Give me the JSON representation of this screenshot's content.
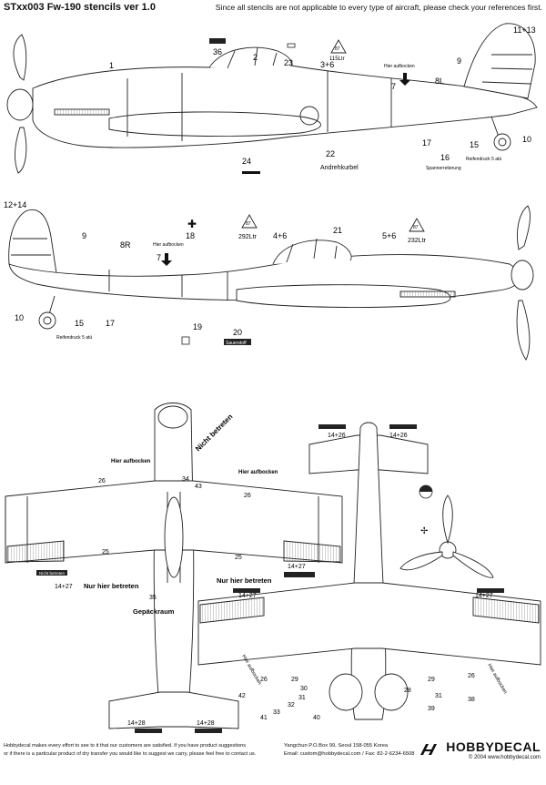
{
  "header": {
    "title": "STxx003 Fw-190 stencils ver 1.0",
    "notice": "Since all stencils are not applicable to every type of aircraft, please check your references first."
  },
  "side_view_top": {
    "callouts": [
      "1",
      "36",
      "2",
      "23",
      "3+6",
      "7",
      "9",
      "8L",
      "11+13",
      "10",
      "15",
      "16",
      "17",
      "22",
      "24"
    ],
    "triangle_label": "115Ltr",
    "triangle_code": "87",
    "texts": {
      "andrehkurbel": "Andrehkurbel",
      "spannerretierung": "Spannerretierung",
      "reifendruck": "Reifendruck 5 atü",
      "hier_aufbocken": "Hier aufbocken"
    }
  },
  "side_view_bottom": {
    "callouts": [
      "12+14",
      "9",
      "8R",
      "7",
      "18",
      "4+6",
      "21",
      "5+6",
      "10",
      "15",
      "17",
      "19",
      "20"
    ],
    "triangle_left_label": "292Ltr",
    "triangle_left_code": "87",
    "triangle_right_label": "232Ltr",
    "triangle_right_code": "87",
    "texts": {
      "sauerstoff": "Sauerstoff",
      "reifendruck": "Reifendruck 5 atü",
      "hier_aufbocken": "Hier aufbocken"
    }
  },
  "plan_view_top": {
    "callouts": [
      "26",
      "34",
      "43",
      "26",
      "25",
      "25",
      "35",
      "14+27",
      "14+28",
      "14+28",
      "14+27"
    ],
    "texts": {
      "nicht_betreten": "Nicht betreten",
      "hier_aufbocken_1": "Hier aufbocken",
      "hier_aufbocken_2": "Hier aufbocken",
      "nur_hier_betreten_1": "Nur hier betreten",
      "nur_hier_betreten_2": "Nur hier betreten",
      "gepackraum": "Gepäckraum",
      "nicht_betreten_tag": "Nicht betreten"
    }
  },
  "plan_view_bottom": {
    "callouts": [
      "14+26",
      "14+26",
      "14+27",
      "14+27",
      "26",
      "29",
      "30",
      "31",
      "32",
      "33",
      "40",
      "41",
      "42",
      "26",
      "29",
      "28",
      "31",
      "38",
      "39"
    ],
    "texts": {
      "hier_aufbocken": "Hier aufbocken",
      "hier_aufbocken_2": "Hier aufbocken"
    }
  },
  "footer": {
    "left_line1": "Hobbydecal makes every effort to see to it that our customers are satisfied. If you have product suggestions",
    "left_line2": "or if there is a particular product of dry transfer you would like to suggest we carry, please feel free to contact us.",
    "address": "Yangchun P.O.Box 99, Seoul 158-055 Korea",
    "contact": "Email: custom@hobbydecal.com / Fax: 82-2-6234-6508",
    "brand": "HOBBYDECAL",
    "copyright": "© 2004 www.hobbydecal.com"
  }
}
